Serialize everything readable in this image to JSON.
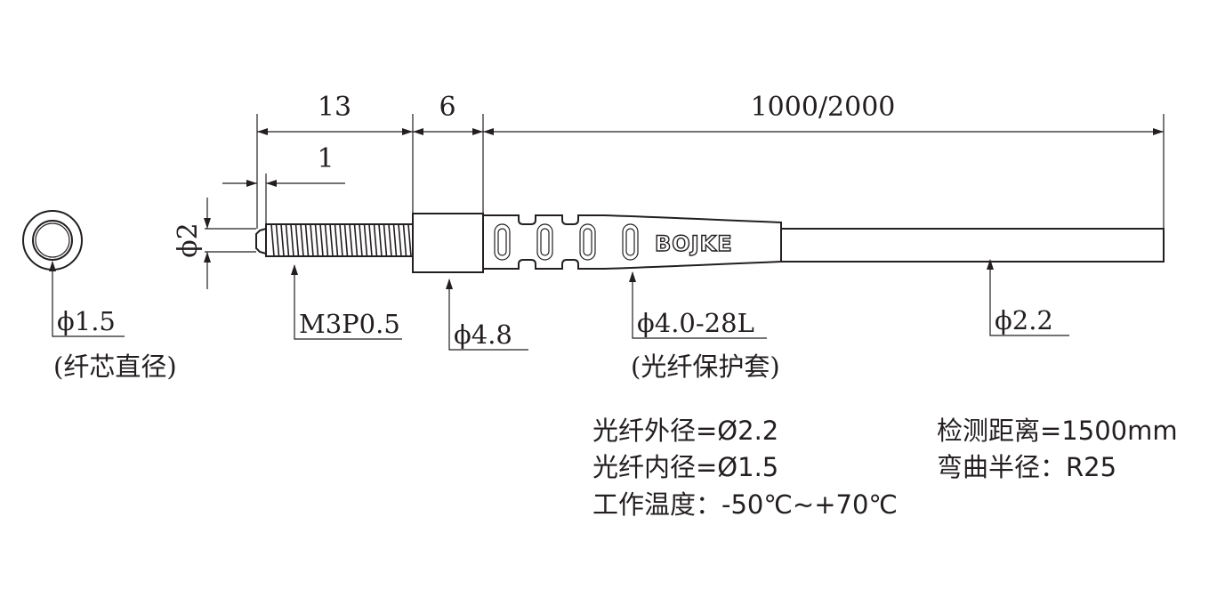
{
  "dimensions": {
    "thread_length": "13",
    "tip_length": "1",
    "nut_length": "6",
    "cable_length": "1000/2000",
    "diameter_2": "ϕ2"
  },
  "callouts": {
    "core_diameter": "ϕ1.5",
    "core_note": "(纤芯直径)",
    "thread_spec": "M3P0.5",
    "nut_diameter": "ϕ4.8",
    "sleeve_spec": "ϕ4.0-28L",
    "sleeve_note": "(光纤保护套)",
    "cable_diameter": "ϕ2.2"
  },
  "brand": "BOJKE",
  "specs": {
    "outer_diameter": "光纤外径=Ø2.2",
    "inner_diameter": "光纤内径=Ø1.5",
    "temperature": "工作温度：-50℃~+70℃",
    "detect_distance": "检测距离=1500mm",
    "bend_radius": "弯曲半径：R25"
  }
}
